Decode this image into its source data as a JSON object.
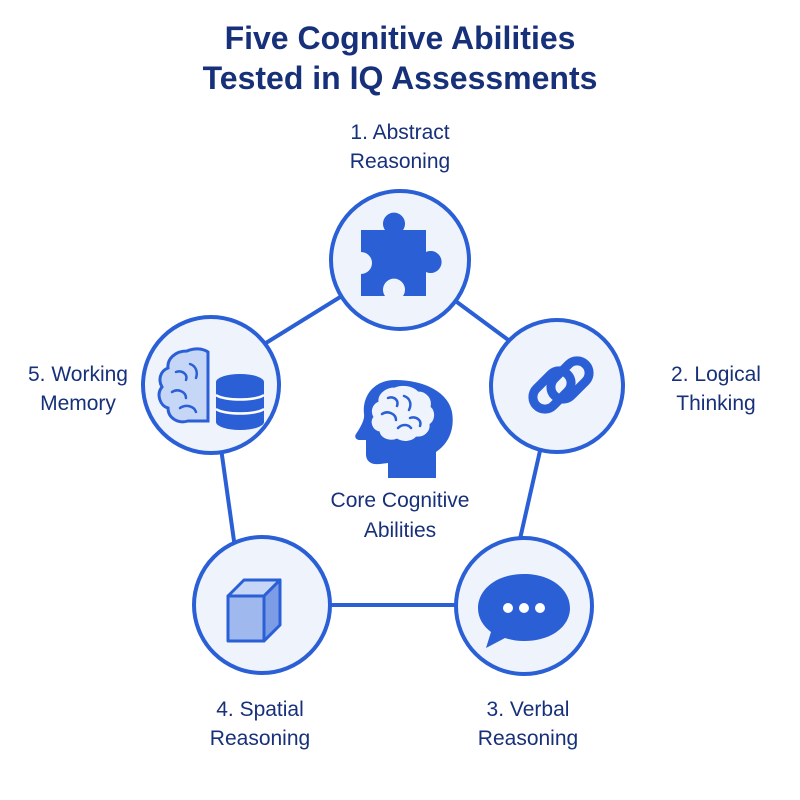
{
  "title": {
    "line1": "Five Cognitive Abilities",
    "line2": "Tested in IQ Assessments"
  },
  "center": {
    "line1": "Core Cognitive",
    "line2": "Abilities",
    "icon": "head-brain-icon"
  },
  "nodes": [
    {
      "line1": "1. Abstract",
      "line2": "Reasoning",
      "icon": "puzzle-piece-icon"
    },
    {
      "line1": "2. Logical",
      "line2": "Thinking",
      "icon": "chain-link-icon"
    },
    {
      "line1": "3. Verbal",
      "line2": "Reasoning",
      "icon": "speech-bubble-icon"
    },
    {
      "line1": "4. Spatial",
      "line2": "Reasoning",
      "icon": "cube-icon"
    },
    {
      "line1": "5. Working",
      "line2": "Memory",
      "icon": "brain-database-icon"
    }
  ],
  "colors": {
    "accent": "#2a5fd6",
    "text": "#17307a",
    "node_fill": "#eef3fc",
    "icon_light": "#9fb8ee"
  }
}
